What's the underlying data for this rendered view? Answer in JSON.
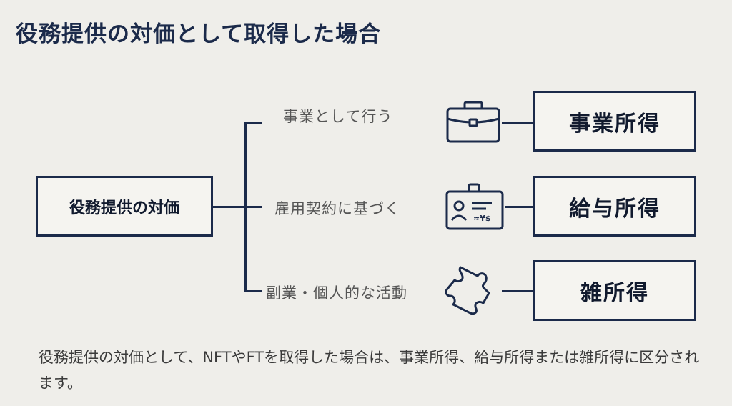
{
  "title": "役務提供の対価として取得した場合",
  "source": {
    "label": "役務提供の対価"
  },
  "branches": [
    {
      "condition": "事業として行う",
      "icon": "briefcase-icon",
      "result": "事業所得"
    },
    {
      "condition": "雇用契約に基づく",
      "icon": "id-badge-icon",
      "result": "給与所得"
    },
    {
      "condition": "副業・個人的な活動",
      "icon": "puzzle-icon",
      "result": "雑所得"
    }
  ],
  "badge_text": "≈¥$",
  "summary": "役務提供の対価として、NFTやFTを取得した場合は、事業所得、給与所得または雑所得に区分されます。",
  "colors": {
    "navy": "#1b2a4a",
    "background": "#efeeea"
  }
}
